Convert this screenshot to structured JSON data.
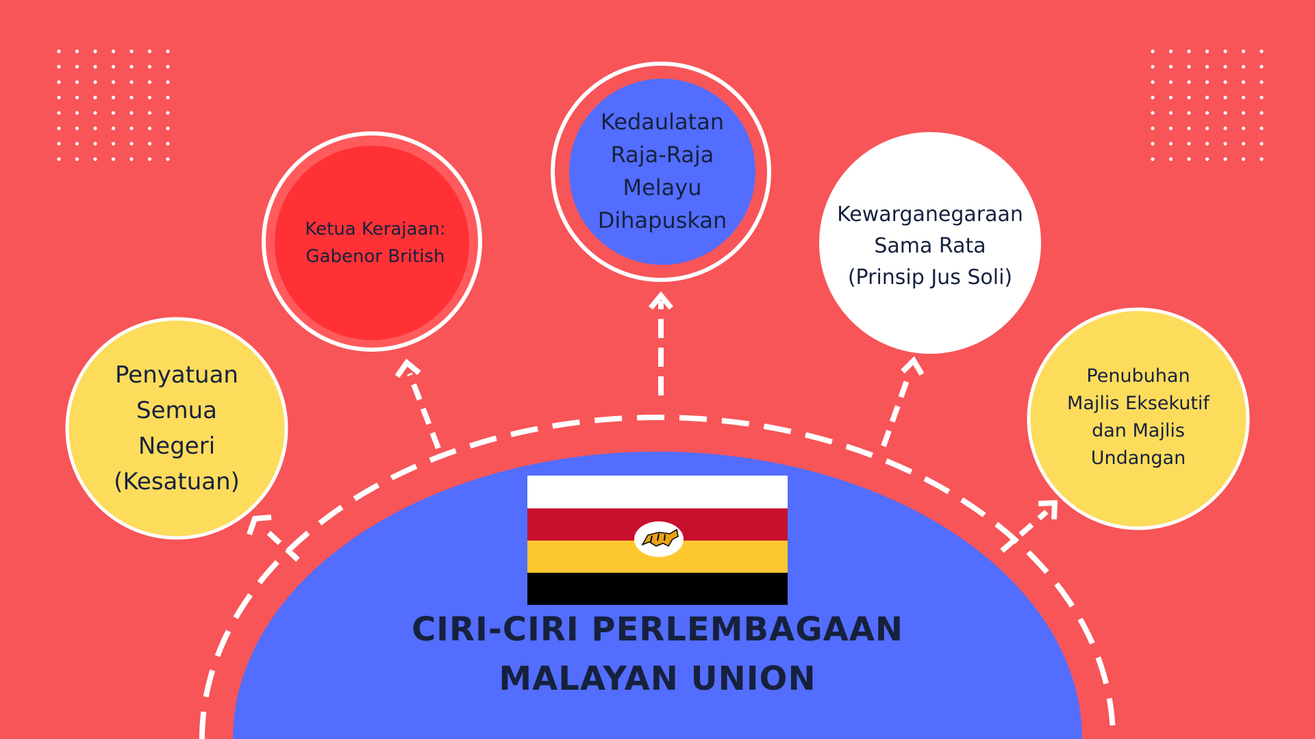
{
  "diagram": {
    "title": {
      "line1": "CIRI-CIRI PERLEMBAGAAN",
      "line2": "MALAYAN UNION"
    },
    "nodes": [
      {
        "id": "node-penyatuan",
        "label": "Penyatuan\nSemua\nNegeri\n(Kesatuan)",
        "fill": "#FDDC5C"
      },
      {
        "id": "node-ketua",
        "label": "Ketua Kerajaan:\nGabenor British",
        "fill": "#FF3134"
      },
      {
        "id": "node-kedaulatan",
        "label": "Kedaulatan\nRaja-Raja\nMelayu\nDihapuskan",
        "fill": "#536DFE"
      },
      {
        "id": "node-kewarganegaraan",
        "label": "Kewarganegaraan\nSama Rata\n(Prinsip Jus Soli)",
        "fill": "#FFFFFF"
      },
      {
        "id": "node-penubuhan",
        "label": "Penubuhan\nMajlis Eksekutif\ndan Majlis\nUndangan",
        "fill": "#FDDC5C"
      }
    ]
  },
  "colors": {
    "background": "#F75558",
    "dome": "#536DFE",
    "text": "#16213E",
    "outline": "#FFFFFF",
    "flag_white": "#FFFFFF",
    "flag_red": "#C8102E",
    "flag_yellow": "#FDC82F",
    "flag_black": "#000000"
  },
  "flag": {
    "emblem": "tiger-icon"
  }
}
